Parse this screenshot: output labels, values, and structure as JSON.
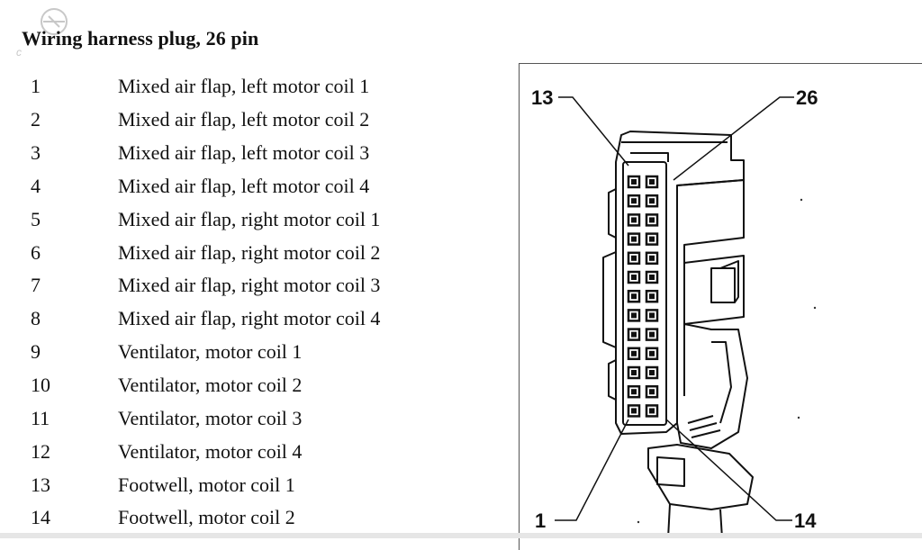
{
  "title": "Wiring harness plug, 26 pin",
  "pins": [
    {
      "num": "1",
      "desc": "Mixed air flap, left motor coil 1"
    },
    {
      "num": "2",
      "desc": "Mixed air flap, left motor coil 2"
    },
    {
      "num": "3",
      "desc": "Mixed air flap, left motor coil 3"
    },
    {
      "num": "4",
      "desc": "Mixed air flap, left motor coil 4"
    },
    {
      "num": "5",
      "desc": "Mixed air flap, right motor coil 1"
    },
    {
      "num": "6",
      "desc": "Mixed air flap, right motor coil 2"
    },
    {
      "num": "7",
      "desc": "Mixed air flap, right motor coil 3"
    },
    {
      "num": "8",
      "desc": "Mixed air flap, right motor coil 4"
    },
    {
      "num": "9",
      "desc": "Ventilator, motor coil 1"
    },
    {
      "num": "10",
      "desc": "Ventilator, motor coil 2"
    },
    {
      "num": "11",
      "desc": "Ventilator, motor coil 3"
    },
    {
      "num": "12",
      "desc": "Ventilator, motor coil 4"
    },
    {
      "num": "13",
      "desc": "Footwell, motor coil 1"
    },
    {
      "num": "14",
      "desc": "Footwell, motor coil 2"
    }
  ],
  "diagram": {
    "callouts": {
      "top_left": "13",
      "top_right": "26",
      "bottom_left": "1",
      "bottom_right": "14"
    }
  }
}
